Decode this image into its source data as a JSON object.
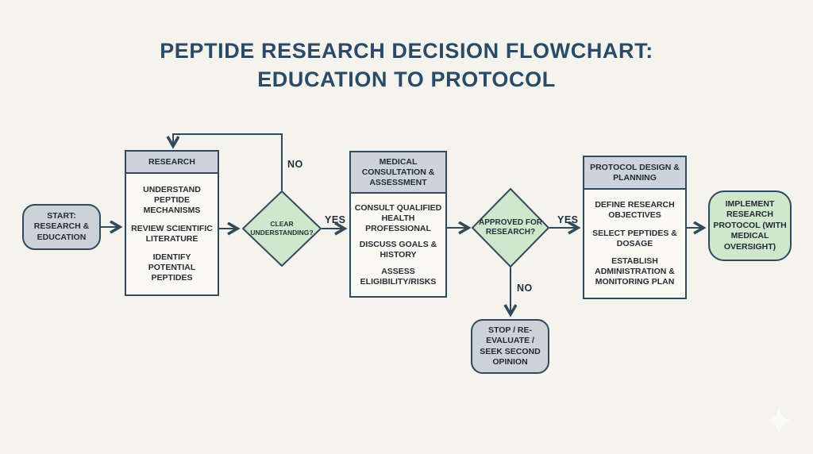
{
  "title": {
    "line1": "PEPTIDE RESEARCH DECISION FLOWCHART:",
    "line2": "EDUCATION TO PROTOCOL"
  },
  "nodes": {
    "start": {
      "label": "START: RESEARCH & EDUCATION"
    },
    "research": {
      "header": "RESEARCH",
      "items": [
        "UNDERSTAND PEPTIDE MECHANISMS",
        "REVIEW SCIENTIFIC LITERATURE",
        "IDENTIFY POTENTIAL PEPTIDES"
      ]
    },
    "clear_understanding": {
      "label": "CLEAR UNDERSTANDING?"
    },
    "medical": {
      "header": "MEDICAL CONSULTATION & ASSESSMENT",
      "items": [
        "CONSULT QUALIFIED HEALTH PROFESSIONAL",
        "DISCUSS GOALS & HISTORY",
        "ASSESS ELIGIBILITY/RISKS"
      ]
    },
    "approved": {
      "label": "APPROVED FOR RESEARCH?"
    },
    "stop": {
      "label": "STOP / RE-EVALUATE / SEEK SECOND OPINION"
    },
    "protocol": {
      "header": "PROTOCOL DESIGN & PLANNING",
      "items": [
        "DEFINE RESEARCH OBJECTIVES",
        "SELECT PEPTIDES & DOSAGE",
        "ESTABLISH ADMINISTRATION & MONITORING PLAN"
      ]
    },
    "implement": {
      "label": "IMPLEMENT RESEARCH PROTOCOL (WITH MEDICAL OVERSIGHT)"
    }
  },
  "edges": {
    "clear_yes": "YES",
    "clear_no": "NO",
    "approved_yes": "YES",
    "approved_no": "NO"
  },
  "icons": {
    "bottom_right": "sparkle-icon"
  },
  "colors": {
    "background": "#f4f3ed",
    "title_text": "#2b4a68",
    "node_border": "#31495c",
    "gray_fill": "#cdd2d8",
    "header_fill": "#cdd3da",
    "green_fill": "#cfe7cc",
    "box_body_fill": "#faf9f4",
    "body_text": "#272d33"
  }
}
